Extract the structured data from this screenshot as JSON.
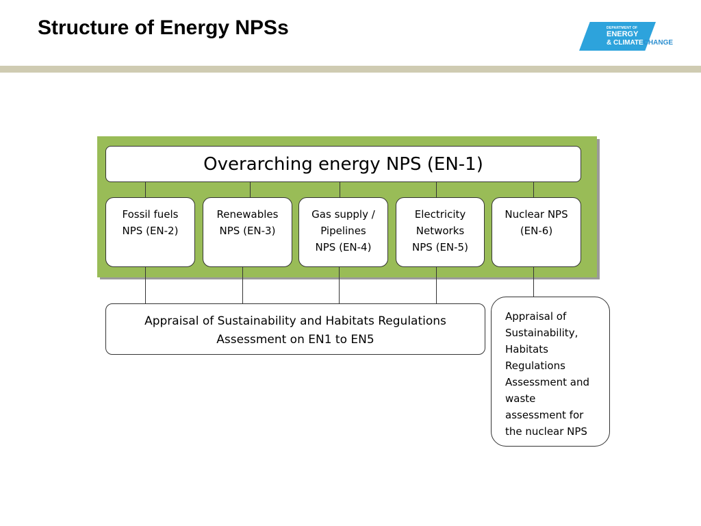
{
  "slide": {
    "title": "Structure of Energy NPSs"
  },
  "logo": {
    "line1": "DEPARTMENT OF",
    "line2": "ENERGY",
    "line3_prefix": "& CLIMATE",
    "line3_suffix": "CHANGE",
    "colors": {
      "primary": "#2da3dc",
      "accent": "#2d8fd0"
    }
  },
  "diagram": {
    "panel_color": "#99bc57",
    "overarching": "Overarching energy NPS (EN-1)",
    "nps": [
      {
        "label": "Fossil fuels\nNPS (EN-2)"
      },
      {
        "label": "Renewables\nNPS (EN-3)"
      },
      {
        "label": "Gas supply /\nPipelines\nNPS (EN-4)"
      },
      {
        "label": "Electricity\nNetworks\nNPS (EN-5)"
      },
      {
        "label": "Nuclear NPS\n(EN-6)"
      }
    ],
    "appraisal_main": "Appraisal of Sustainability and Habitats Regulations\nAssessment on EN1 to EN5",
    "appraisal_nuclear": "Appraisal of\nSustainability,\nHabitats\nRegulations\nAssessment and\nwaste\nassessment for\nthe nuclear NPS"
  }
}
